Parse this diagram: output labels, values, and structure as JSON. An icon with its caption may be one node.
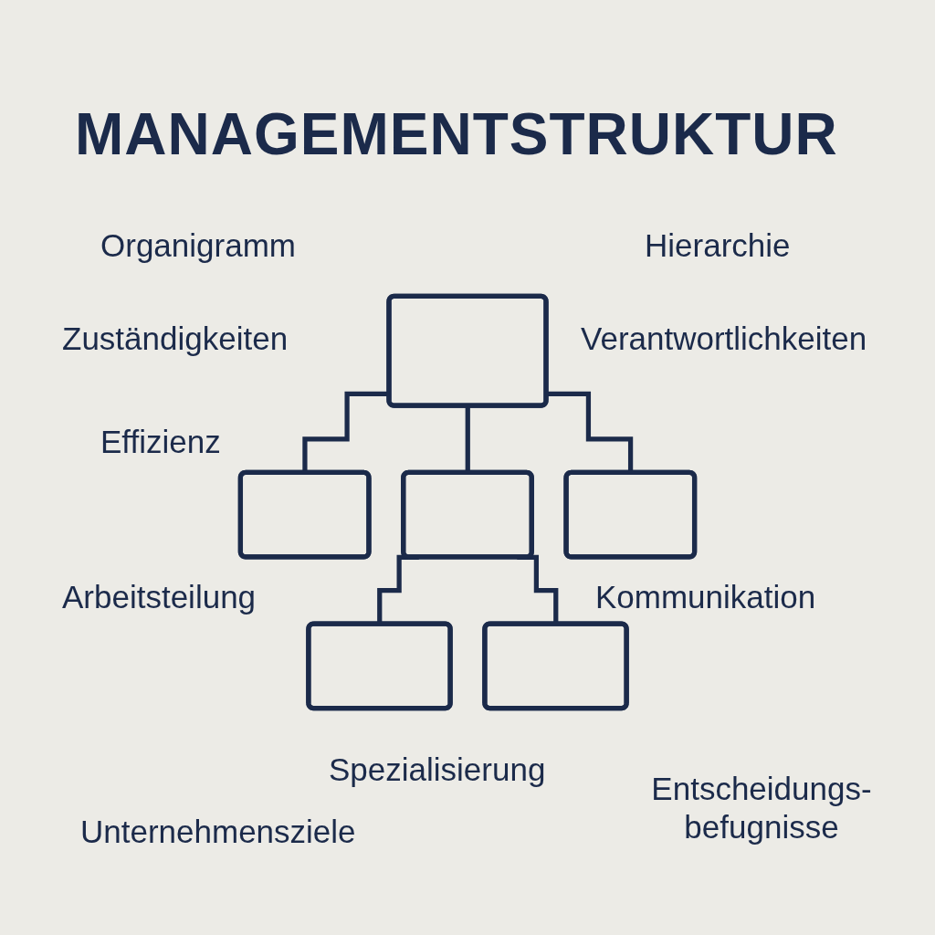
{
  "diagram": {
    "title": "MANAGEMENTSTRUKTUR",
    "nodes": [
      {
        "text": [],
        "shape": "box"
      },
      {
        "text": [],
        "shape": "box"
      },
      {
        "text": [],
        "shape": "box"
      },
      {
        "text": [],
        "shape": "box"
      },
      {
        "text": [],
        "shape": "box"
      },
      {
        "text": [],
        "shape": "box"
      }
    ],
    "edges": [
      {
        "from": 0,
        "to": 1,
        "arrow": "none"
      },
      {
        "from": 0,
        "to": 2,
        "arrow": "none"
      },
      {
        "from": 0,
        "to": 3,
        "arrow": "none"
      },
      {
        "from": 2,
        "to": 4,
        "arrow": "none"
      },
      {
        "from": 2,
        "to": 5,
        "arrow": "none"
      }
    ],
    "labels": [
      "Organigramm",
      "Hierarchie",
      "Zuständigkeiten",
      "Verantwortlichkeiten",
      "Effizienz",
      "Arbeitsteilung",
      "Kommunikation",
      "Spezialisierung",
      "Entscheidungs- befugnisse",
      "Unternehmensziele"
    ]
  }
}
